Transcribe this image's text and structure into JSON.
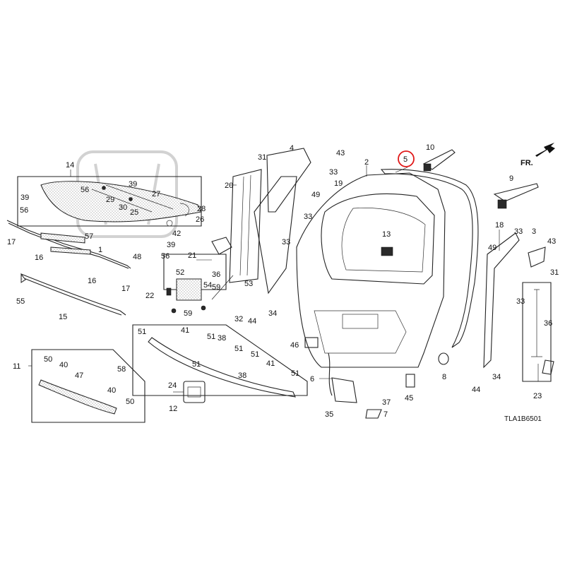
{
  "diagram_code": "TLA1B6501",
  "front_indicator": "FR.",
  "highlighted_label": "5",
  "accent_colors": {
    "highlight_circle": "#e01818",
    "line_art": "#222222"
  },
  "watermark_logo": "honda-logo",
  "labels": {
    "l1": "1",
    "l2": "2",
    "l3": "3",
    "l4": "4",
    "l5": "5",
    "l6": "6",
    "l7": "7",
    "l8": "8",
    "l9": "9",
    "l10": "10",
    "l11": "11",
    "l12": "12",
    "l13": "13",
    "l14": "14",
    "l15": "15",
    "l16a": "16",
    "l16b": "16",
    "l17a": "17",
    "l17b": "17",
    "l18": "18",
    "l19": "19",
    "l20": "20",
    "l21": "21",
    "l22": "22",
    "l23": "23",
    "l24": "24",
    "l25": "25",
    "l26": "26",
    "l27": "27",
    "l28": "28",
    "l29": "29",
    "l30": "30",
    "l31a": "31",
    "l31b": "31",
    "l32": "32",
    "l33a": "33",
    "l33b": "33",
    "l33c": "33",
    "l33d": "33",
    "l33e": "33",
    "l34a": "34",
    "l34b": "34",
    "l35": "35",
    "l36a": "36",
    "l36b": "36",
    "l37": "37",
    "l38a": "38",
    "l38b": "38",
    "l39a": "39",
    "l39b": "39",
    "l39c": "39",
    "l40a": "40",
    "l40b": "40",
    "l41a": "41",
    "l41b": "41",
    "l42": "42",
    "l43a": "43",
    "l43b": "43",
    "l44a": "44",
    "l44b": "44",
    "l45": "45",
    "l46": "46",
    "l47": "47",
    "l48": "48",
    "l49a": "49",
    "l49b": "49",
    "l50a": "50",
    "l50b": "50",
    "l51a": "51",
    "l51b": "51",
    "l51c": "51",
    "l51d": "51",
    "l51e": "51",
    "l51f": "51",
    "l52": "52",
    "l53": "53",
    "l54": "54",
    "l55": "55",
    "l56a": "56",
    "l56b": "56",
    "l56c": "56",
    "l57": "57",
    "l58": "58",
    "l59a": "59",
    "l59b": "59"
  }
}
